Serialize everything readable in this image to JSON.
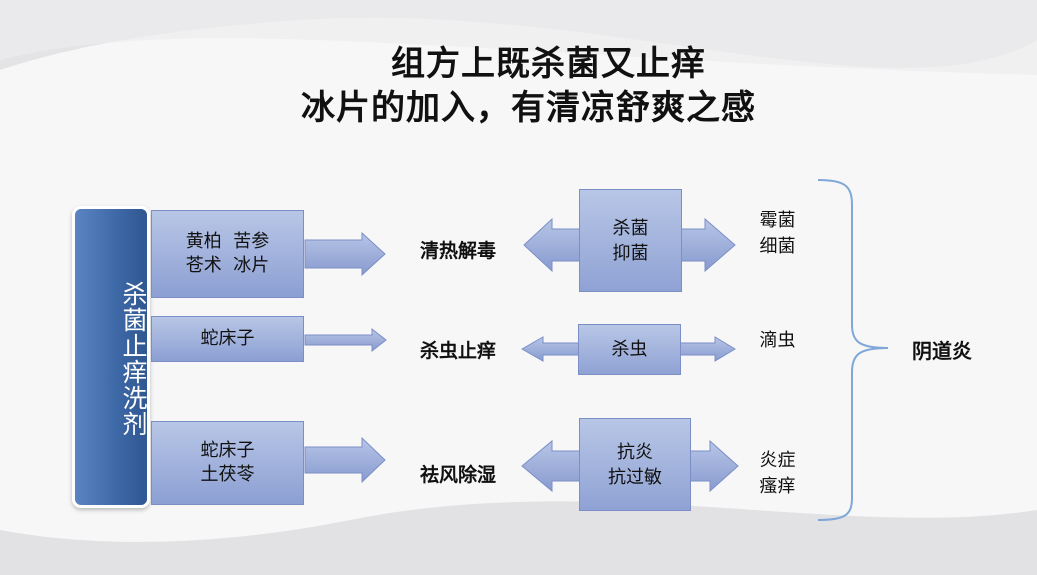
{
  "title": {
    "line1": "组方上既杀菌又止痒",
    "line2": "冰片的加入，有清凉舒爽之感"
  },
  "product": "杀菌止痒洗剂",
  "rows": [
    {
      "ingredients": [
        "黄柏  苦参",
        "苍术  冰片"
      ],
      "effect": "清热解毒",
      "mechanism": [
        "杀菌",
        "抑菌"
      ],
      "targets": [
        "霉菌",
        "细菌"
      ]
    },
    {
      "ingredients": [
        "蛇床子"
      ],
      "effect": "杀虫止痒",
      "mechanism": [
        "杀虫"
      ],
      "targets": [
        "滴虫"
      ]
    },
    {
      "ingredients": [
        "蛇床子",
        "土茯苓"
      ],
      "effect": "祛风除湿",
      "mechanism": [
        "抗炎",
        "抗过敏"
      ],
      "targets": [
        "炎症",
        "瘙痒"
      ]
    }
  ],
  "disease": "阴道炎",
  "colors": {
    "box_fill": "#a3b4de",
    "arrow_fill": "#8c9fd3",
    "product_fill": "#3f6aa8",
    "brace": "#7fa7d8"
  }
}
